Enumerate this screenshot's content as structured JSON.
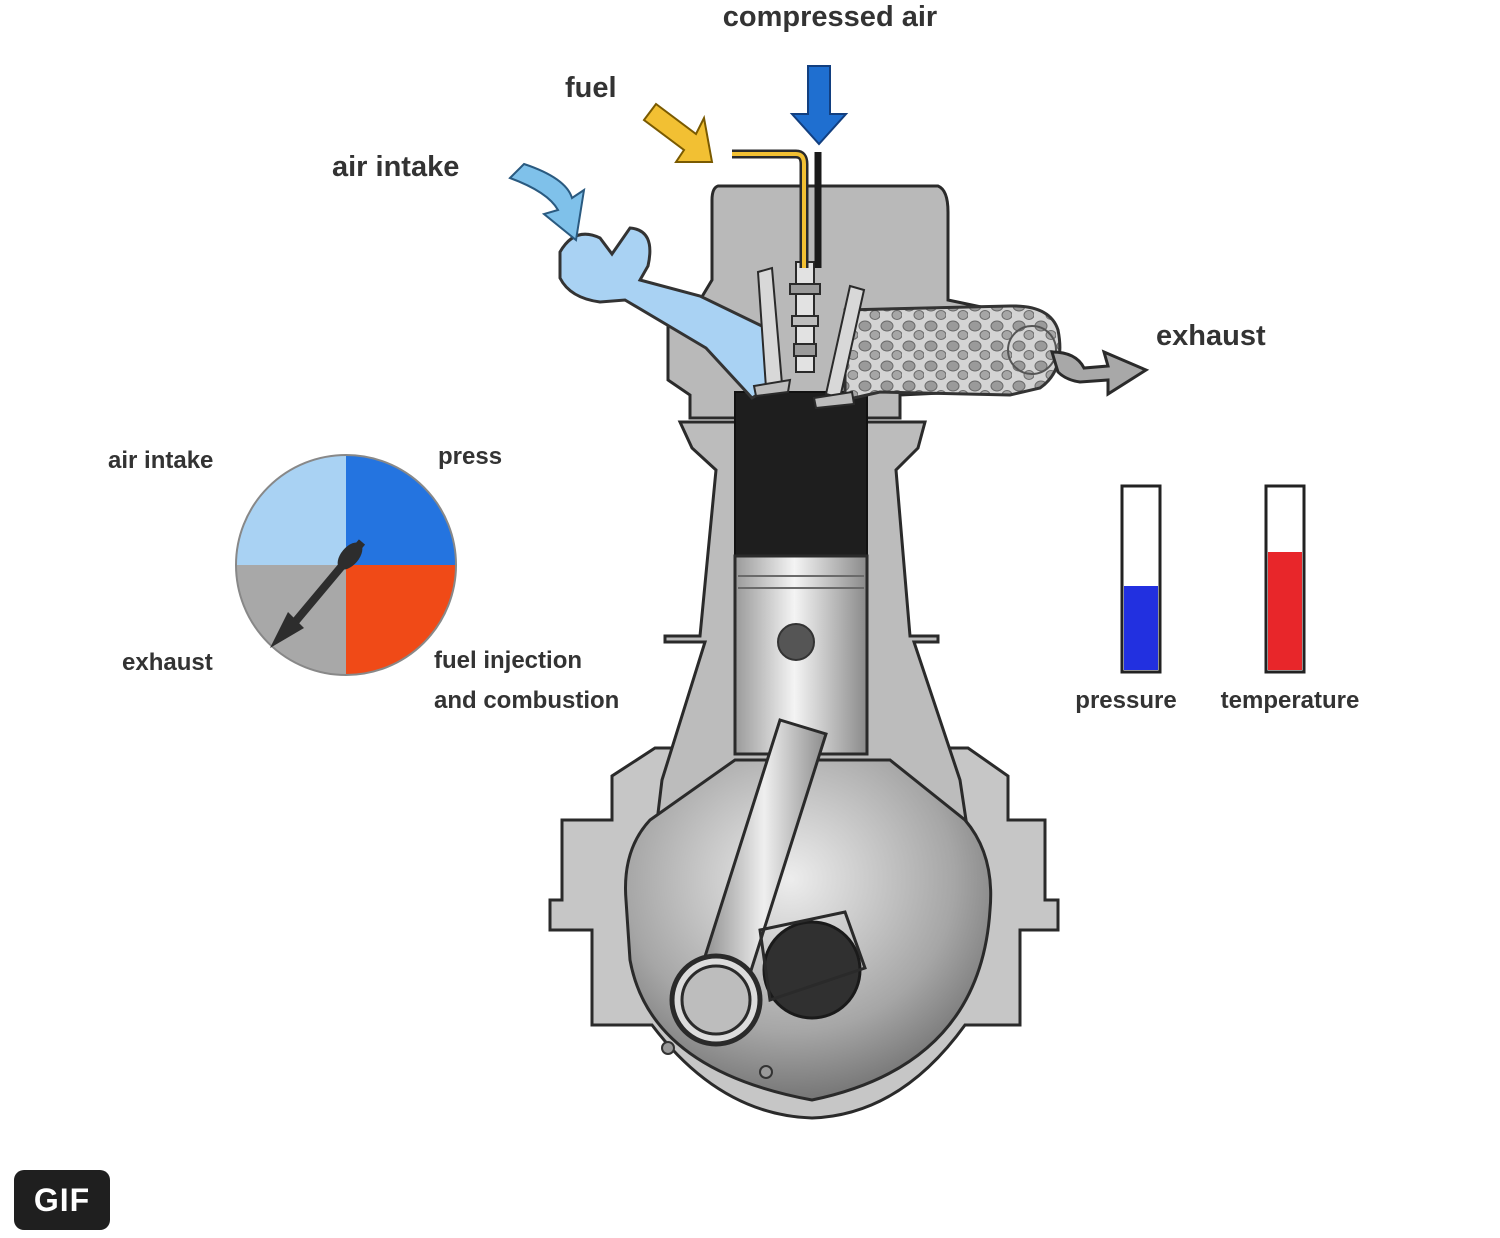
{
  "labels": {
    "compressed_air": "compressed air",
    "fuel": "fuel",
    "air_intake_top": "air intake",
    "exhaust_top": "exhaust",
    "dial_air_intake": "air intake",
    "dial_press": "press",
    "dial_exhaust": "exhaust",
    "dial_fuel_line1": "fuel injection",
    "dial_fuel_line2": "and combustion",
    "pressure": "pressure",
    "temperature": "temperature"
  },
  "gauges": {
    "pressure_level": 0.46,
    "temperature_level": 0.65
  },
  "badge": {
    "label": "GIF"
  },
  "colors": {
    "intake_light_blue": "#a9d2f3",
    "intake_arrow_blue": "#7fc1ea",
    "compressed_air_blue": "#1f6fd0",
    "fuel_yellow": "#f2c033",
    "combustion_orange": "#f04a17",
    "exhaust_gray": "#a8a8a8",
    "pressure_blue": "#2230e0",
    "temperature_red": "#e8262a",
    "engine_gray": "#b8b8b8",
    "cylinder_black": "#1e1e1e"
  }
}
